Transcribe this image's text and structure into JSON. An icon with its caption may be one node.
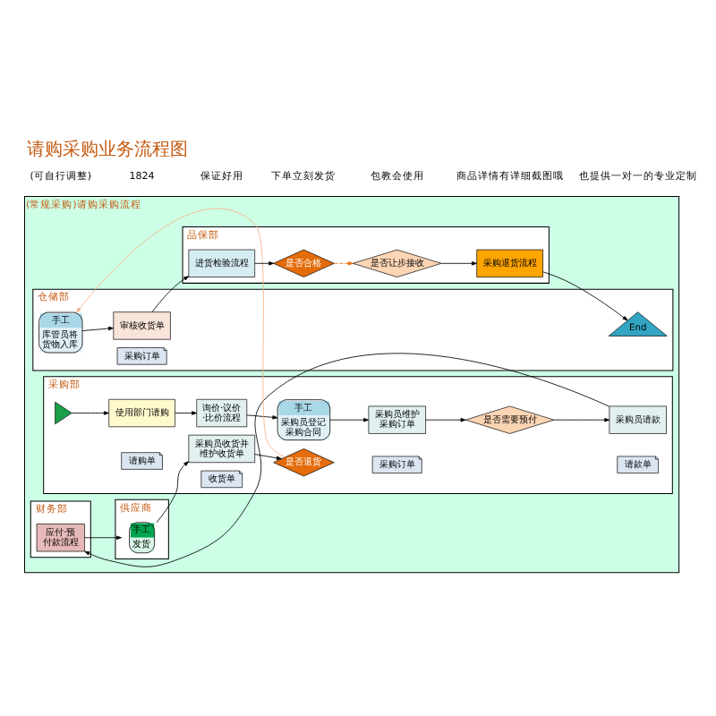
{
  "diagram": {
    "title": "请购采购业务流程图",
    "nodes": [
      {
        "text": [
          "(常规采购)请购采购流程"
        ]
      },
      {
        "text": [
          "供应商"
        ],
        "in": 0
      },
      {
        "text": [
          "采购部"
        ],
        "in": 0
      },
      {
        "text": [
          "仓储部"
        ],
        "in": 0
      },
      {
        "text": [
          "品保部"
        ],
        "in": 0
      },
      {
        "text": [
          "财务部"
        ],
        "in": 0
      },
      {
        "text": [
          "手工",
          "发货"
        ],
        "in": 1
      },
      {
        "text": [],
        "shape": "triangle",
        "in": 2
      },
      {
        "text": [
          "使用部门请购"
        ],
        "in": 2
      },
      {
        "text": [
          "请购单"
        ],
        "in": 2
      },
      {
        "text": [
          "询价·议价·比价流程"
        ],
        "in": 2
      },
      {
        "text": [
          "手工",
          "采购员登记采购合同"
        ],
        "in": 2
      },
      {
        "text": [
          "采购员维护采购订单"
        ],
        "in": 2
      },
      {
        "text": [
          "采购订单"
        ],
        "in": 2
      },
      {
        "text": [
          "是否需要预付"
        ],
        "in": 2
      },
      {
        "text": [
          "采购员请款"
        ],
        "in": 2
      },
      {
        "text": [
          "请款单"
        ],
        "in": 2
      },
      {
        "text": [
          "采购员收货并维护收货单"
        ],
        "in": 2
      },
      {
        "text": [
          "收货单"
        ],
        "in": 2
      },
      {
        "text": [
          "是否退货"
        ],
        "in": 2
      },
      {
        "text": [
          "手工",
          "库管员将货物入库"
        ],
        "in": 3
      },
      {
        "text": [
          "审核收货单"
        ],
        "in": 3
      },
      {
        "text": [
          "采购订单"
        ],
        "in": 3
      },
      {
        "text": [
          "End"
        ],
        "in": 3
      },
      {
        "text": [
          "进货检验流程"
        ],
        "in": 4
      },
      {
        "text": [
          "是否合格"
        ],
        "in": 4
      },
      {
        "text": [
          "是否让步接收"
        ],
        "in": 4
      },
      {
        "text": [
          "采购退货流程"
        ],
        "in": 4
      },
      {
        "text": [
          "应付·预付款流程"
        ],
        "in": 5
      }
    ],
    "edges": [
      {
        "from": 7,
        "to": 8,
        "arrow": "to"
      },
      {
        "from": 8,
        "to": 10,
        "arrow": "to"
      },
      {
        "from": 10,
        "to": 11,
        "arrow": "to"
      },
      {
        "from": 11,
        "to": 12,
        "arrow": "to"
      },
      {
        "from": 12,
        "to": 14,
        "arrow": "to"
      },
      {
        "from": 14,
        "to": 15,
        "arrow": "to"
      },
      {
        "from": 15,
        "to": 28,
        "arrow": "to"
      },
      {
        "from": 28,
        "to": 6,
        "arrow": "to"
      },
      {
        "from": 6,
        "to": 17,
        "arrow": "to"
      },
      {
        "from": 17,
        "to": 19,
        "arrow": "to"
      },
      {
        "from": 19,
        "to": 20,
        "arrow": "to",
        "color": "#f4b183"
      },
      {
        "from": 20,
        "to": 21,
        "arrow": "to"
      },
      {
        "from": 21,
        "to": 24,
        "arrow": "to"
      },
      {
        "from": 24,
        "to": 25,
        "arrow": "to"
      },
      {
        "from": 25,
        "to": 26,
        "arrow": "to",
        "style": "dashed",
        "color": "#e46c0a"
      },
      {
        "from": 26,
        "to": 27,
        "arrow": "to"
      },
      {
        "from": 27,
        "to": 23,
        "arrow": "to"
      }
    ],
    "labels": [
      "(可自行调整)",
      "1824",
      "保证好用",
      "下单立刻发货",
      "包教会使用",
      "商品详情有详细截图哦",
      "也提供一对一的专业定制"
    ]
  }
}
